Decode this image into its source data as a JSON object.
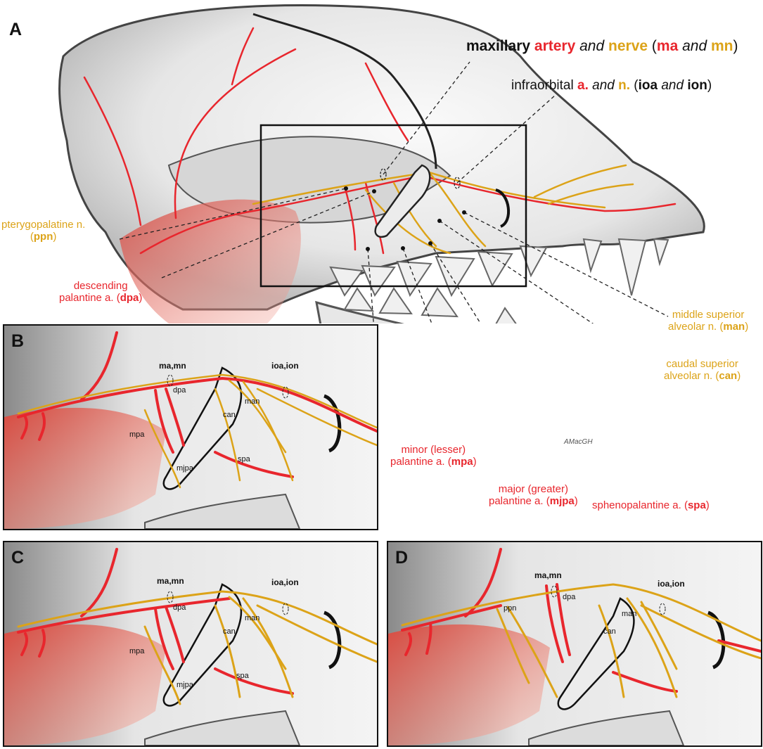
{
  "panels": {
    "a": "A",
    "b": "B",
    "c": "C",
    "d": "D"
  },
  "title_line": {
    "p1": "maxillary ",
    "p2": "artery",
    "p3": " and ",
    "p4": "nerve",
    "p5": " (",
    "p6": "ma",
    "p7": " and ",
    "p8": "mn",
    "p9": ")"
  },
  "infraorbital": {
    "p1": "infraorbital ",
    "p2": "a.",
    "p3": " and ",
    "p4": "n.",
    "p5": " (",
    "p6": "ioa",
    "p7": " and ",
    "p8": "ion",
    "p9": ")"
  },
  "pterygopalatine": {
    "line1": "pterygopalatine n.",
    "pre": "(",
    "abbr": "ppn",
    "post": ")"
  },
  "descending": {
    "line1": "descending",
    "line2": "palantine a. (",
    "abbr": "dpa",
    "post": ")"
  },
  "middle_superior": {
    "line1": "middle superior",
    "line2": "alveolar n. (",
    "abbr": "man",
    "post": ")"
  },
  "caudal_superior": {
    "line1": "caudal superior",
    "line2": "alveolar n. (",
    "abbr": "can",
    "post": ")"
  },
  "minor": {
    "line1": "minor (lesser)",
    "line2": "palantine a. (",
    "abbr": "mpa",
    "post": ")"
  },
  "major": {
    "line1": "major (greater)",
    "line2": "palantine a. (",
    "abbr": "mjpa",
    "post": ")"
  },
  "spheno": {
    "line1": "sphenopalantine a. (",
    "abbr": "spa",
    "post": ")"
  },
  "signature": "AMacGH",
  "inset_labels": {
    "ma_mn": "ma,mn",
    "ioa_ion": "ioa,ion",
    "dpa": "dpa",
    "man": "man",
    "can": "can",
    "mpa": "mpa",
    "mjpa": "mjpa",
    "spa": "spa",
    "ppn": "ppn"
  },
  "colors": {
    "artery": "#e8262d",
    "nerve": "#dca318",
    "outline": "#111111"
  }
}
